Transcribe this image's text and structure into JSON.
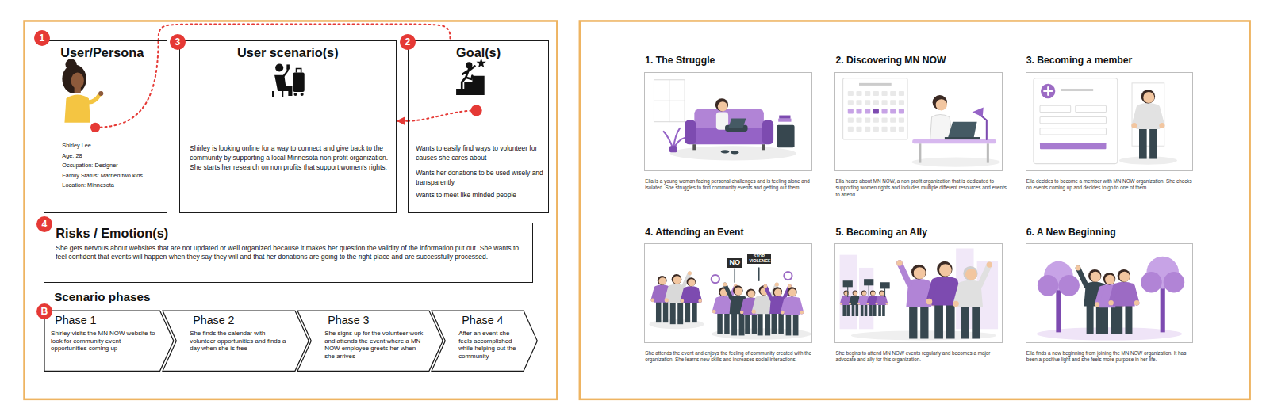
{
  "diagram": {
    "nodes": [
      {
        "text": [
          "User/Persona",
          "Shirley Lee",
          "Age: 28",
          "Occupation: Designer",
          "Family Status: Married two kids",
          "Location: Minnesota"
        ]
      },
      {
        "text": [
          "User scenario(s)",
          "Shirley is looking online for a way to connect and give back to the community by supporting a local Minnesota non profit organization. She starts her research on non profits that support women's rights."
        ]
      },
      {
        "text": [
          "Goal(s)",
          "Wants to easily find ways to volunteer for causes she cares about",
          "Wants her donations to be used wisely and transparently",
          "Wants to meet like minded people"
        ]
      },
      {
        "text": [
          "Risks / Emotion(s)",
          "She gets nervous about websites that are not updated or well organized because it makes her question the validity of the information put out. She wants to feel confident that events will happen when they say they will and that her donations are going to the right place and are successfully processed."
        ]
      },
      {
        "text": [
          "Phase 1",
          "Shirley visits the MN NOW website to look for community event opportunities coming up"
        ]
      },
      {
        "text": [
          "Phase 2",
          "She finds the calendar with volunteer opportunities and finds a day when she is free"
        ]
      },
      {
        "text": [
          "Phase 3",
          "She signs up for the volunteer work and attends the event where a MN NOW employee greets her when she arrives"
        ]
      },
      {
        "text": [
          "Phase 4",
          "After an event she feels accomplished while helping out the community"
        ]
      },
      {
        "text": [
          "1. The Struggle",
          "Ella is a young woman facing personal challenges and is feeling alone and isolated. She struggles to find community events and getting out them."
        ]
      },
      {
        "text": [
          "2. Discovering MN NOW",
          "Ella hears about MN NOW, a non profit organization that is dedicated to supporting women rights and includes multiple different resources and events to attend."
        ]
      },
      {
        "text": [
          "3. Becoming a member",
          "Ella decides to become a member with MN NOW organization. She checks on events coming up and decides to go to one of them."
        ]
      },
      {
        "text": [
          "4. Attending an Event",
          "She attends the event and enjoys the feeling of community created with the organization. She learns new skills and increases social interactions."
        ]
      },
      {
        "text": [
          "5. Becoming an Ally",
          "She begins to attend MN NOW events regularly and becomes a major advocate and ally for this organization."
        ]
      },
      {
        "text": [
          "6. A New Beginning",
          "Ella finds a new beginning from joining the MN NOW organization. It has been a positive light and she feels more purpose in her life."
        ]
      }
    ],
    "edges": [
      {
        "from": 0,
        "to": 2,
        "arrow": "none"
      },
      {
        "from": 2,
        "to": 1,
        "arrow": "to"
      }
    ],
    "labels": [
      "1",
      "3",
      "2",
      "4",
      "Scenario phases",
      "B",
      "NO",
      "STOP VIOLENCE"
    ]
  }
}
